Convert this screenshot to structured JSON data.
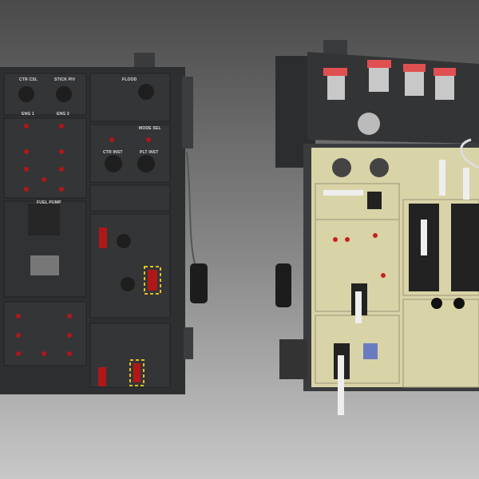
{
  "left_panel": {
    "labels": {
      "ctr_csl": "CTR CSL",
      "stick_piv": "STICK PIV",
      "flood": "FLOOD",
      "eng1": "ENG 1",
      "eng2": "ENG 2",
      "mode_sel": "MODE SEL",
      "ctr_inst": "CTR INST",
      "plt_inst": "PLT INST",
      "fuel_pump": "FUEL PUMP"
    }
  },
  "colors": {
    "panel": "#2e2f31",
    "switch_red": "#b01818",
    "guard_yellow": "#e0c020",
    "backplate": "#d9d3a8"
  }
}
